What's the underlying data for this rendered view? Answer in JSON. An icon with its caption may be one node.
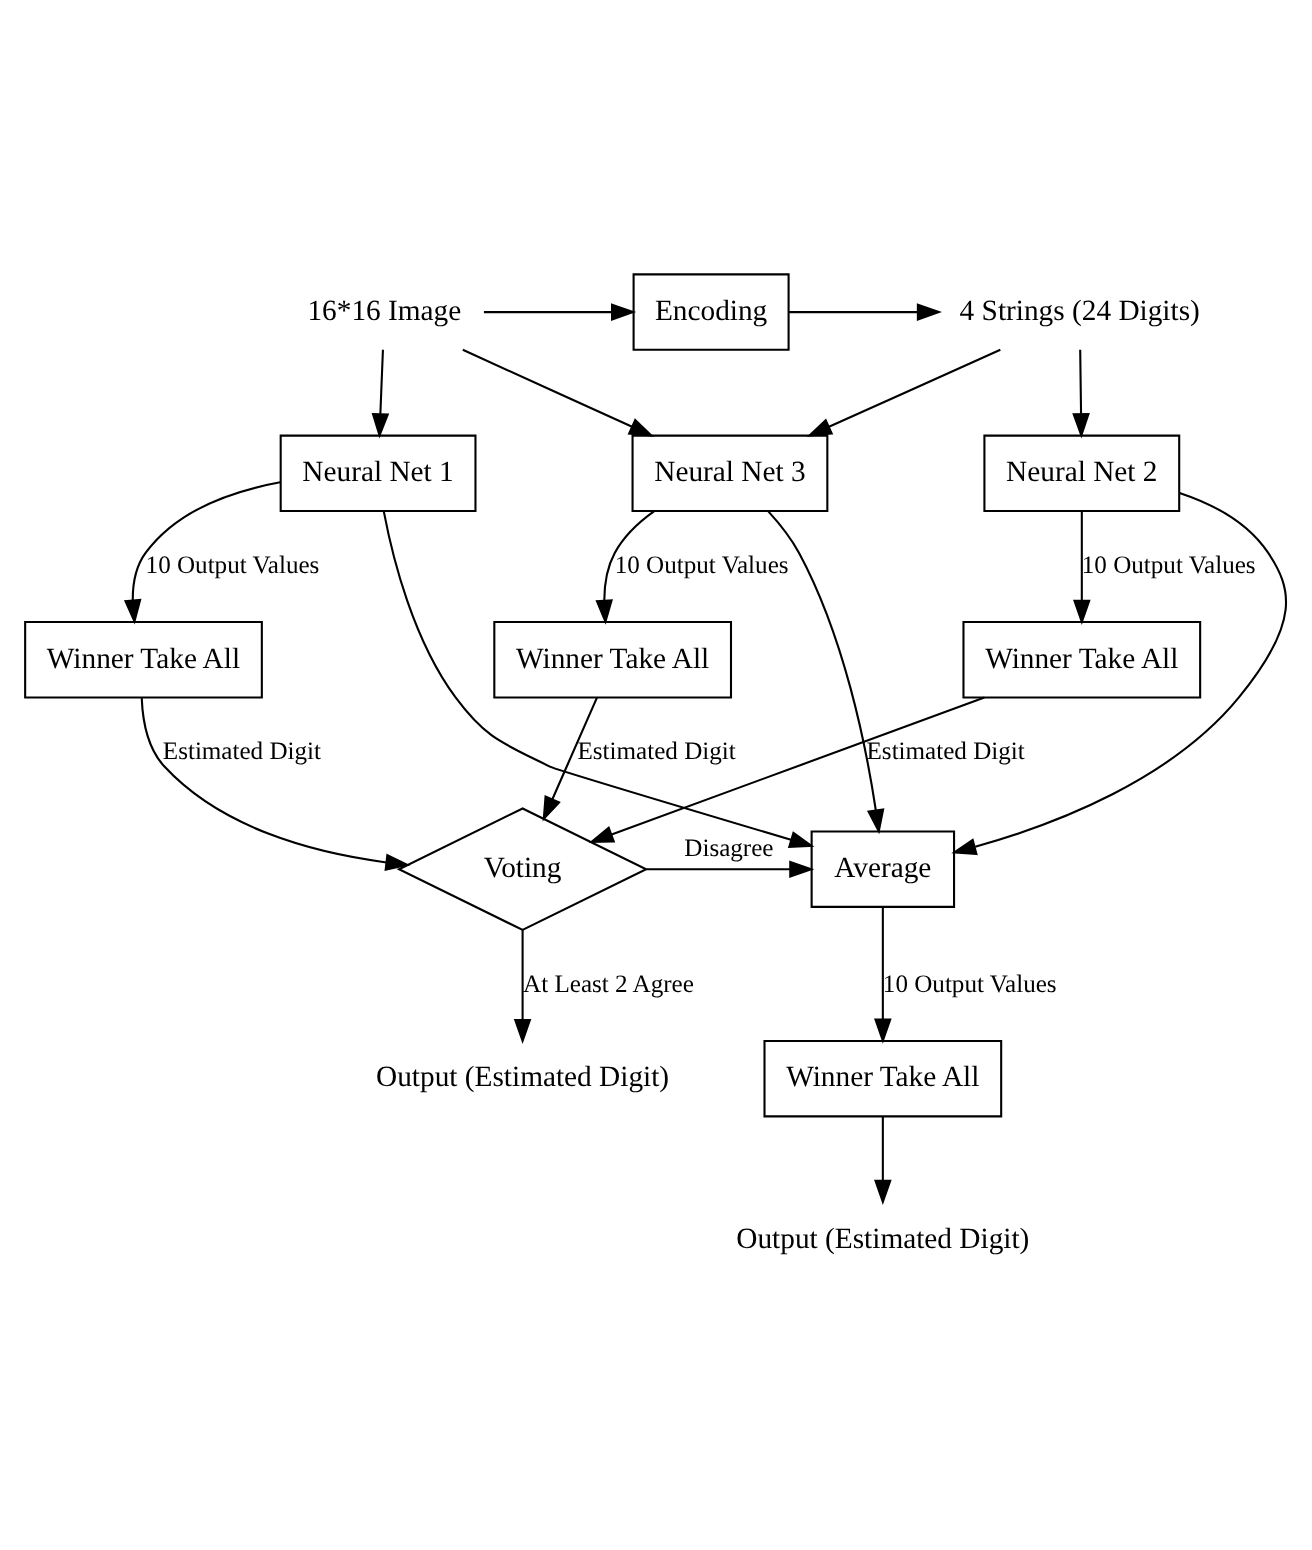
{
  "diagram": {
    "nodes": [
      {
        "text": [
          "16*16 Image"
        ]
      },
      {
        "text": [
          "Encoding"
        ]
      },
      {
        "text": [
          "4 Strings (24 Digits)"
        ]
      },
      {
        "text": [
          "Neural Net 1"
        ]
      },
      {
        "text": [
          "Neural Net 3"
        ]
      },
      {
        "text": [
          "Neural Net 2"
        ]
      },
      {
        "text": [
          "Winner Take All"
        ]
      },
      {
        "text": [
          "Winner Take All"
        ]
      },
      {
        "text": [
          "Winner Take All"
        ]
      },
      {
        "text": [
          "Voting"
        ]
      },
      {
        "text": [
          "Average"
        ]
      },
      {
        "text": [
          "Winner Take All"
        ]
      },
      {
        "text": [
          "Output (Estimated Digit)"
        ]
      },
      {
        "text": [
          "Output (Estimated Digit)"
        ]
      }
    ],
    "edges": [
      {
        "from": 0,
        "to": 1,
        "arrow": "to"
      },
      {
        "from": 1,
        "to": 2,
        "arrow": "to"
      },
      {
        "from": 0,
        "to": 3,
        "arrow": "to"
      },
      {
        "from": 0,
        "to": 4,
        "arrow": "to"
      },
      {
        "from": 2,
        "to": 4,
        "arrow": "to"
      },
      {
        "from": 2,
        "to": 5,
        "arrow": "to"
      },
      {
        "from": 3,
        "to": 6,
        "arrow": "to",
        "label": "10 Output Values"
      },
      {
        "from": 4,
        "to": 7,
        "arrow": "to",
        "label": "10 Output Values"
      },
      {
        "from": 5,
        "to": 8,
        "arrow": "to",
        "label": "10 Output Values"
      },
      {
        "from": 3,
        "to": 10,
        "arrow": "to"
      },
      {
        "from": 4,
        "to": 10,
        "arrow": "to"
      },
      {
        "from": 5,
        "to": 10,
        "arrow": "to"
      },
      {
        "from": 6,
        "to": 9,
        "arrow": "to",
        "label": "Estimated Digit"
      },
      {
        "from": 7,
        "to": 9,
        "arrow": "to",
        "label": "Estimated Digit"
      },
      {
        "from": 8,
        "to": 9,
        "arrow": "to",
        "label": "Estimated Digit"
      },
      {
        "from": 9,
        "to": 12,
        "arrow": "to",
        "label": "At Least 2 Agree"
      },
      {
        "from": 9,
        "to": 10,
        "arrow": "to",
        "label": "Disagree"
      },
      {
        "from": 10,
        "to": 11,
        "arrow": "to",
        "label": "10 Output Values"
      },
      {
        "from": 11,
        "to": 13,
        "arrow": "to"
      }
    ]
  }
}
